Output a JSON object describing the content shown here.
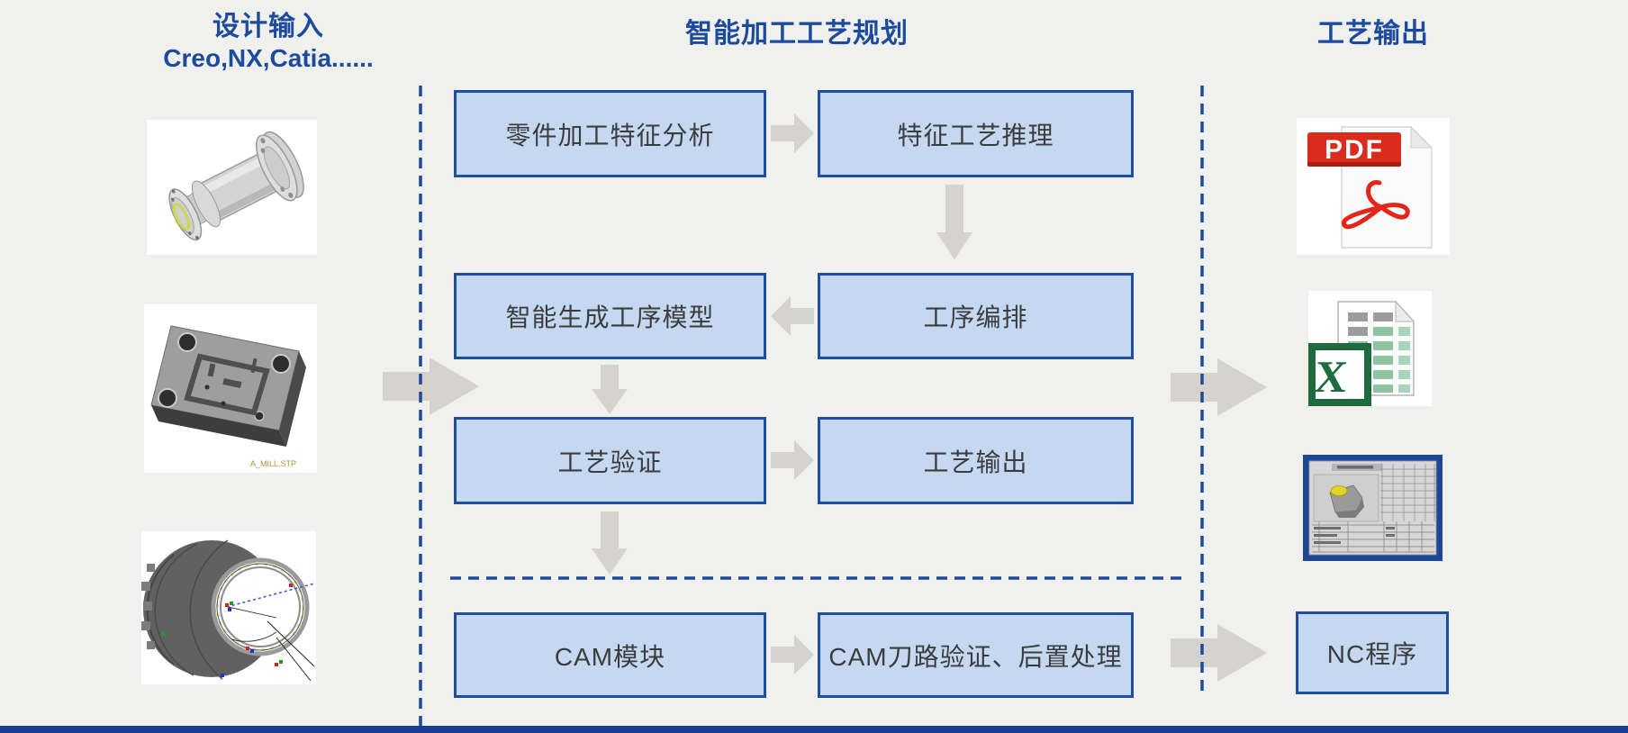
{
  "header": {
    "left_title": "设计输入",
    "left_subtitle": "Creo,NX,Catia......",
    "center_title": "智能加工工艺规划",
    "right_title": "工艺输出"
  },
  "flow_boxes": [
    {
      "label": "零件加工特征分析"
    },
    {
      "label": "特征工艺推理"
    },
    {
      "label": "智能生成工序模型"
    },
    {
      "label": "工序编排"
    },
    {
      "label": "工艺验证"
    },
    {
      "label": "工艺输出"
    },
    {
      "label": "CAM模块"
    },
    {
      "label": "CAM刀路验证、后置处理"
    }
  ],
  "outputs": {
    "pdf_badge": "PDF",
    "excel_letter": "X",
    "nc_label": "NC程序",
    "icons": [
      "pdf-file-icon",
      "excel-file-icon",
      "process-card-icon"
    ]
  },
  "inputs": {
    "images": [
      "flanged-shaft-model",
      "mold-plate-model",
      "engine-casing-model"
    ],
    "mold_caption": "A_MILL.STP"
  },
  "colors": {
    "background": "#f0f0ef",
    "title_blue": "#1c4b9e",
    "box_fill": "#c5d8f2",
    "box_border": "#1f4e9c",
    "box_text": "#3c3c3c",
    "arrow_gray": "#d6d3ce",
    "dashed_line": "#1c4b9e",
    "bottom_bar": "#1b3d91",
    "pdf_red": "#da2b1c",
    "excel_green": "#1e6b3e"
  }
}
